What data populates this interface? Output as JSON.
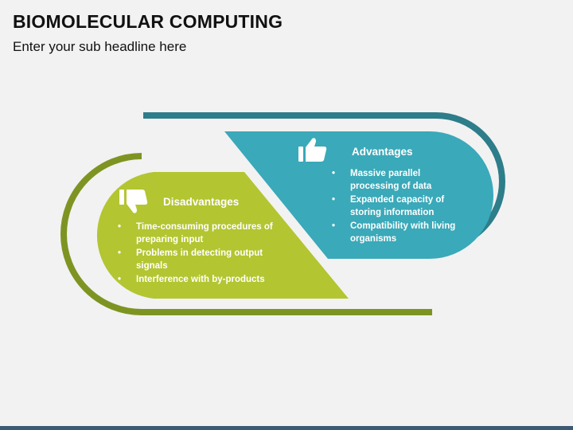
{
  "header": {
    "title": "BIOMOLECULAR COMPUTING",
    "subtitle": "Enter your sub headline here"
  },
  "advantages": {
    "heading": "Advantages",
    "icon": "thumbs-up-icon",
    "color": "#3aa9b9",
    "arc_color": "#2d7d8a",
    "items": [
      "Massive parallel processing of data",
      "Expanded capacity of storing information",
      "Compatibility with living organisms"
    ]
  },
  "disadvantages": {
    "heading": "Disadvantages",
    "icon": "thumbs-down-icon",
    "color": "#b3c531",
    "arc_color": "#7e9422",
    "items": [
      "Time-consuming procedures of preparing input",
      "Problems in detecting output signals",
      "Interference with by-products"
    ]
  }
}
